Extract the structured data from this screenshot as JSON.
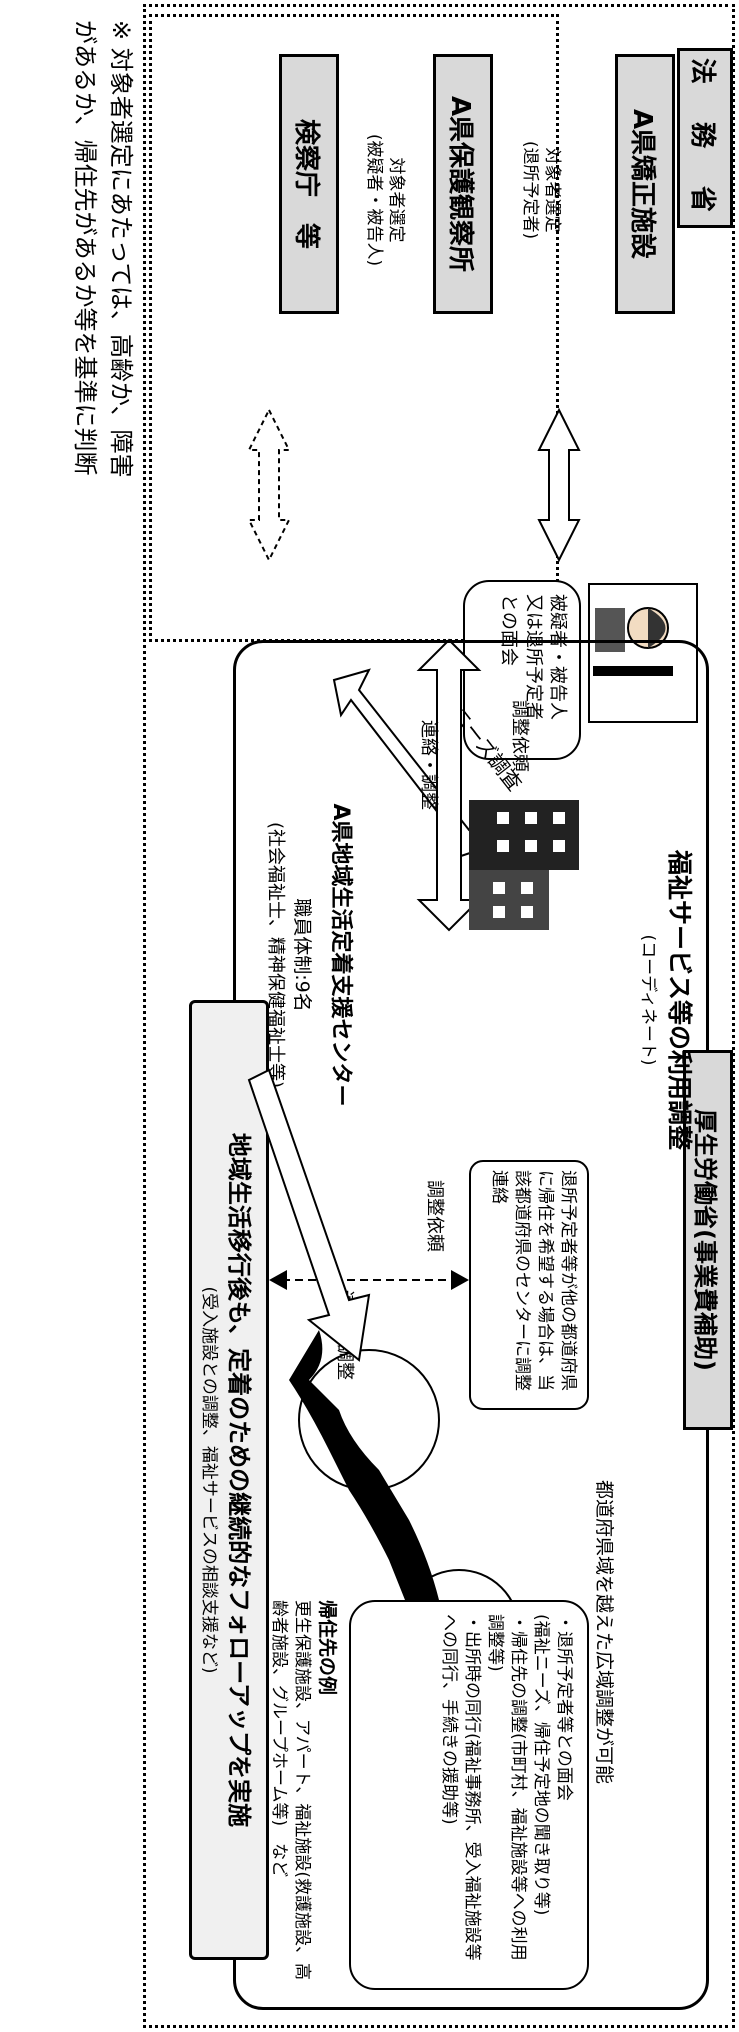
{
  "moj": {
    "title": "法　務　省",
    "facility": "A県矯正施設",
    "probation": "A県保護観察所",
    "prosecutor": "検察庁　等",
    "selection_pre_release": "対象者選定\n(退所予定者)",
    "selection_suspects": "対象者選定\n(被疑者・被告人)",
    "interview_bubble": "被疑者・被告人\n又は退所予定者\nとの面会",
    "needs_survey": "ニーズ調査"
  },
  "mhlw": {
    "title": "厚生労働省(事業費補助)",
    "coordination_title": "福祉サービス等の利用調整",
    "coordination_subtitle": "(コーディネート)",
    "wide_area_note": "都道府県域を越えた広域調整が可能",
    "center_name": "A県地域生活定着支援センター",
    "staff": "職員体制:9名",
    "staff_detail": "(社会福祉士、精神保健福祉士等)",
    "other_pref_note": "退所予定者等が他の都道府県に帰住を希望する場合は、当該都道府県のセンターに調整連絡",
    "request_label": "調整依頼",
    "contact_label": "連絡・調整",
    "activities": [
      "・退所予定者等との面会",
      "(福祉ニーズ、帰住予定地の聞き取り等)",
      "・帰住先の調整(市町村、福祉施設等への利用調整等)",
      "・出所時の同行(福祉事務所、受入福祉施設等への同行、手続きの援助等)"
    ],
    "destinations_title": "帰住先の例",
    "destinations": "更生保護施設、アパート、福祉施設(救護施設、高齢者施設、グループホーム等)　など",
    "followup_title": "地域生活移行後も、定着のための継続的なフォローアップを実施",
    "followup_subtitle": "(受入施設との調整、福祉サービスの相談支援など)"
  },
  "center_link": {
    "request_label": "調整依頼",
    "contact_label": "連絡・調整"
  },
  "footnote": [
    "※ 対象者選定にあたっては、高齢か、障害",
    "があるか、帰住先があるか等を基準に判断"
  ]
}
